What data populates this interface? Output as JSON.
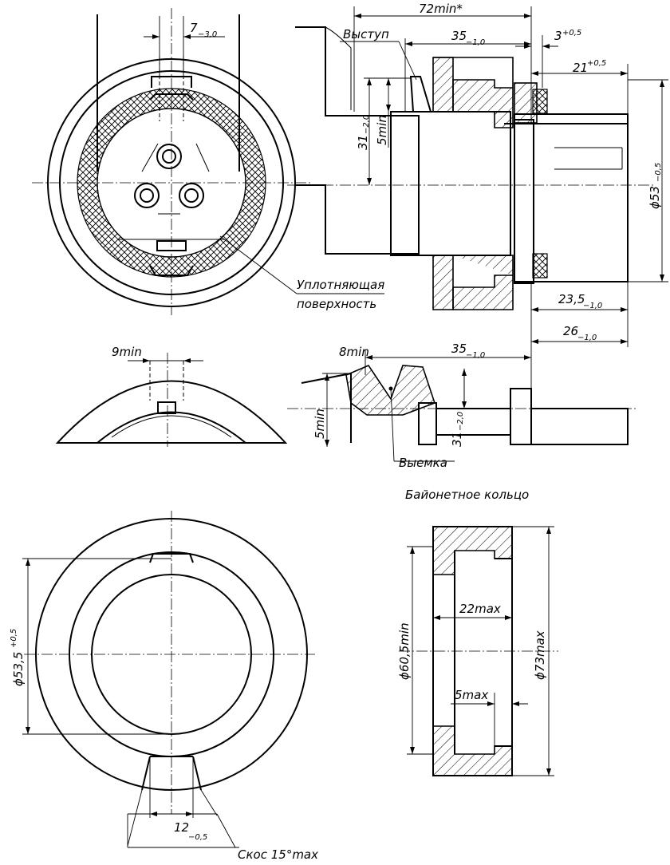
{
  "labels": {
    "dim_72": "72min*",
    "vystup": "Выступ",
    "dim_35_top": "35",
    "dim_35_top_tol": "−1,0",
    "dim_3": "3",
    "dim_3_tol": "+0,5",
    "dim_21": "21",
    "dim_21_tol": "+0,5",
    "dim_7": "7",
    "dim_7_tol": "−3,0",
    "dim_31_top": "31",
    "dim_31_top_tol": "−2,0",
    "dim_5min_top": "5min",
    "dim_53": "ϕ53",
    "dim_53_tol": "−0,5",
    "seal_1": "Уплотняющая",
    "seal_2": "поверхность",
    "dim_23_5": "23,5",
    "dim_23_5_tol": "−1,0",
    "dim_26": "26",
    "dim_26_tol": "−1,0",
    "dim_9min": "9min",
    "dim_8min": "8min",
    "dim_35_mid": "35",
    "dim_35_mid_tol": "−1,0",
    "dim_5min_mid": "5min",
    "dim_31_mid": "31",
    "dim_31_mid_tol": "−2,0",
    "vyemka": "Выемка",
    "ring_title": "Байонетное кольцо",
    "dim_53_5": "ϕ53,5",
    "dim_53_5_tol": "+0,5",
    "dim_60_5": "ϕ60,5min",
    "dim_22max": "22max",
    "dim_5max": "5max",
    "dim_73max": "ϕ73max",
    "dim_12": "12",
    "dim_12_tol": "−0,5",
    "skos": "Скос 15°max"
  }
}
